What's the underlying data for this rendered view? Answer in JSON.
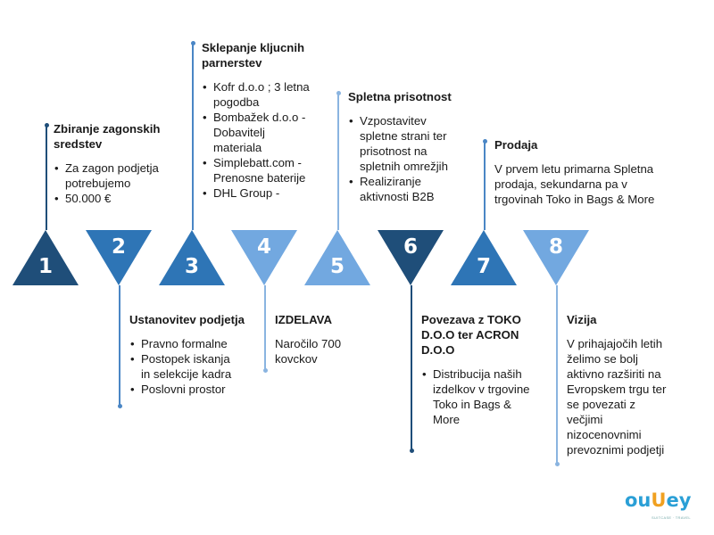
{
  "colors": {
    "dark": "#1f4e79",
    "mid": "#2e75b6",
    "light": "#72a8e0",
    "line_dark": "#1f4e79",
    "line_mid": "#4a86c5",
    "line_light": "#8ab4e0"
  },
  "logo": {
    "text_left": "ou",
    "text_mid": "U",
    "text_right": "ey",
    "tagline": "SUITCASE · TRAVEL"
  },
  "steps": [
    {
      "number": "1",
      "color": "#1f4e79",
      "title_lines": [
        "Zbiranje zagonskih",
        "sredstev"
      ],
      "bullets": [
        [
          "Za zagon podjetja",
          "potrebujemo"
        ],
        [
          "50.000 €"
        ]
      ]
    },
    {
      "number": "2",
      "color": "#2e75b6",
      "title_lines": [
        "Ustanovitev podjetja"
      ],
      "bullets": [
        [
          "Pravno formalne"
        ],
        [
          "Postopek iskanja",
          "in selekcije kadra"
        ],
        [
          "Poslovni prostor"
        ]
      ]
    },
    {
      "number": "3",
      "color": "#2e75b6",
      "title_lines": [
        "Sklepanje kljucnih",
        "parnerstev"
      ],
      "bullets": [
        [
          "Kofr d.o.o ; 3 letna",
          "pogodba"
        ],
        [
          "Bombažek d.o.o -",
          "Dobavitelj",
          "materiala"
        ],
        [
          "Simplebatt.com -",
          "Prenosne baterije"
        ],
        [
          "DHL Group -"
        ]
      ]
    },
    {
      "number": "4",
      "color": "#72a8e0",
      "title_lines": [
        "IZDELAVA"
      ],
      "paragraph": [
        "Naročilo 700",
        "kovckov"
      ]
    },
    {
      "number": "5",
      "color": "#72a8e0",
      "title_lines": [
        "Spletna prisotnost"
      ],
      "bullets": [
        [
          "Vzpostavitev",
          "spletne strani ter",
          "prisotnost na",
          "spletnih omrežjih"
        ],
        [
          "Realiziranje",
          "aktivnosti B2B"
        ]
      ]
    },
    {
      "number": "6",
      "color": "#1f4e79",
      "title_lines": [
        "Povezava z TOKO",
        "D.O.O ter ACRON",
        "D.O.O"
      ],
      "bullets": [
        [
          "Distribucija naših",
          "izdelkov v trgovine",
          "Toko in Bags &",
          "More"
        ]
      ]
    },
    {
      "number": "7",
      "color": "#2e75b6",
      "title_lines": [
        "Prodaja"
      ],
      "paragraph": [
        "V prvem letu primarna Spletna",
        "prodaja, sekundarna pa v",
        "trgovinah Toko in Bags & More"
      ]
    },
    {
      "number": "8",
      "color": "#72a8e0",
      "title_lines": [
        "Vizija"
      ],
      "paragraph": [
        "V prihajajočih letih",
        "želimo se bolj",
        "aktivno razširiti na",
        "Evropskem trgu ter",
        "se povezati z",
        "večjimi",
        "nizocenovnimi",
        "prevoznimi podjetji"
      ]
    }
  ]
}
